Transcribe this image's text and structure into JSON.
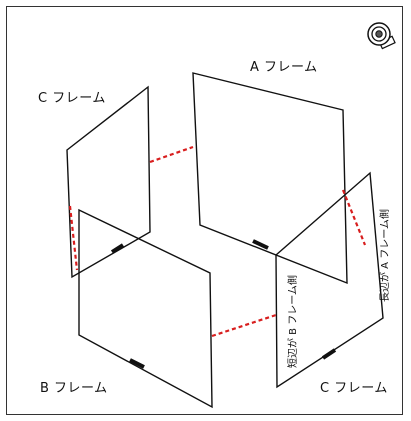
{
  "labels": {
    "frame_a": "A フレーム",
    "frame_b": "B フレーム",
    "frame_c_top": "C フレーム",
    "frame_c_bottom": "C フレーム",
    "long_side": "長辺が A フレーム側",
    "short_side": "短辺が B フレーム側"
  },
  "colors": {
    "line": "#111111",
    "dashed": "#d81e1e",
    "border": "#333333"
  },
  "icon": "tape-roll-icon"
}
